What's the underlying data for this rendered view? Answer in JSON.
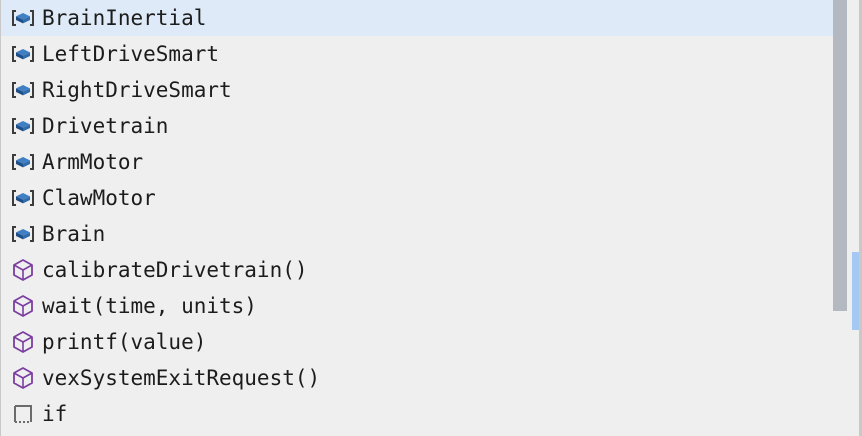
{
  "widget": {
    "name": "autocomplete-suggestion-list",
    "background_color": "#efeff0",
    "selected_row_color": "#deeaf7",
    "text_color": "#1c1c1c",
    "border_color": "#c8c8c8"
  },
  "icons": {
    "variable": {
      "name": "variable-box-icon",
      "color": "#2c5f9e",
      "bracket_color": "#3c3c3c"
    },
    "function": {
      "name": "function-cube-icon",
      "color": "#7a3fa0"
    },
    "keyword": {
      "name": "keyword-snippet-icon",
      "color": "#6b6b6b"
    }
  },
  "scrollbar": {
    "name": "vertical-scrollbar",
    "thumb_color": "#b4b8c0",
    "thumb_top": 0,
    "thumb_height": 311
  },
  "accent": {
    "color": "#a5c9f2"
  },
  "items": [
    {
      "label": "BrainInertial",
      "kind": "variable",
      "selected": true
    },
    {
      "label": "LeftDriveSmart",
      "kind": "variable",
      "selected": false
    },
    {
      "label": "RightDriveSmart",
      "kind": "variable",
      "selected": false
    },
    {
      "label": "Drivetrain",
      "kind": "variable",
      "selected": false
    },
    {
      "label": "ArmMotor",
      "kind": "variable",
      "selected": false
    },
    {
      "label": "ClawMotor",
      "kind": "variable",
      "selected": false
    },
    {
      "label": "Brain",
      "kind": "variable",
      "selected": false
    },
    {
      "label": "calibrateDrivetrain()",
      "kind": "function",
      "selected": false
    },
    {
      "label": "wait(time, units)",
      "kind": "function",
      "selected": false
    },
    {
      "label": "printf(value)",
      "kind": "function",
      "selected": false
    },
    {
      "label": "vexSystemExitRequest()",
      "kind": "function",
      "selected": false
    },
    {
      "label": "if",
      "kind": "keyword",
      "selected": false
    }
  ]
}
